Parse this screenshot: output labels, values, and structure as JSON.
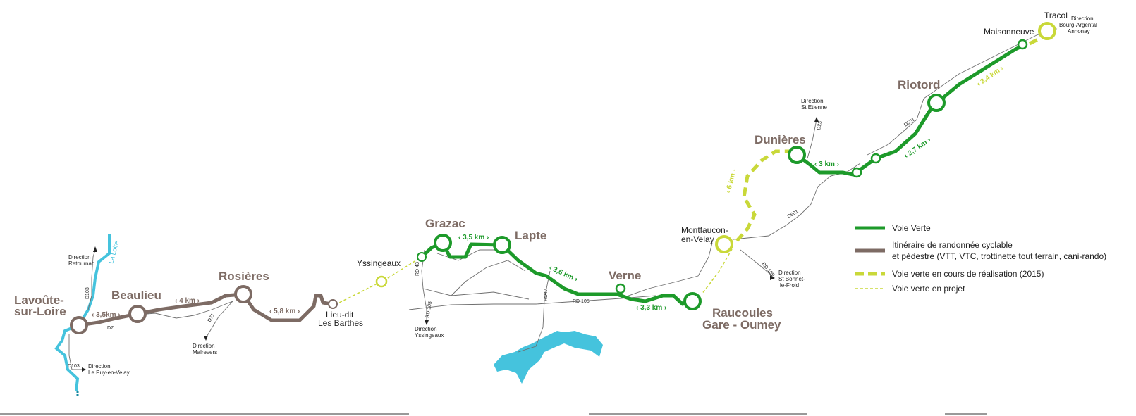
{
  "colors": {
    "voie_verte": "#1d9a2a",
    "itineraire": "#7d6b64",
    "en_cours": "#c9d839",
    "projet": "#c9d839",
    "river": "#45c3dd",
    "road": "#6f6f6f",
    "town_text": "#7d6b64",
    "text": "#222222"
  },
  "towns_major": [
    {
      "id": "lavoute-1",
      "label": "Lavoûte-"
    },
    {
      "id": "lavoute-2",
      "label": "sur-Loire"
    },
    {
      "id": "beaulieu",
      "label": "Beaulieu"
    },
    {
      "id": "rosieres",
      "label": "Rosières"
    },
    {
      "id": "grazac",
      "label": "Grazac"
    },
    {
      "id": "lapte",
      "label": "Lapte"
    },
    {
      "id": "verne",
      "label": "Verne"
    },
    {
      "id": "raucoules-1",
      "label": "Raucoules"
    },
    {
      "id": "raucoules-2",
      "label": "Gare - Oumey"
    },
    {
      "id": "dunieres",
      "label": "Dunières"
    },
    {
      "id": "riotord",
      "label": "Riotord"
    }
  ],
  "towns_minor": [
    {
      "id": "lieudit-1",
      "label": "Lieu-dit"
    },
    {
      "id": "lieudit-2",
      "label": "Les Barthes"
    },
    {
      "id": "yssingeaux",
      "label": "Yssingeaux"
    },
    {
      "id": "montfaucon-1",
      "label": "Montfaucon-"
    },
    {
      "id": "montfaucon-2",
      "label": "en-Velay"
    },
    {
      "id": "maisonneuve",
      "label": "Maisonneuve"
    },
    {
      "id": "tracol",
      "label": "Tracol"
    }
  ],
  "directions": [
    {
      "id": "retournac-1",
      "label": "Direction"
    },
    {
      "id": "retournac-2",
      "label": "Retournac"
    },
    {
      "id": "lepuy-1",
      "label": "Direction"
    },
    {
      "id": "lepuy-2",
      "label": "Le Puy-en-Velay"
    },
    {
      "id": "malrevers-1",
      "label": "Direction"
    },
    {
      "id": "malrevers-2",
      "label": "Malrevers"
    },
    {
      "id": "yssingeaux-dir-1",
      "label": "Direction"
    },
    {
      "id": "yssingeaux-dir-2",
      "label": "Yssingeaux"
    },
    {
      "id": "stetienne-1",
      "label": "Direction"
    },
    {
      "id": "stetienne-2",
      "label": "St Etienne"
    },
    {
      "id": "stbonnet-1",
      "label": "Direction"
    },
    {
      "id": "stbonnet-2",
      "label": "St Bonnet-"
    },
    {
      "id": "stbonnet-3",
      "label": "le-Froid"
    },
    {
      "id": "bourg-1",
      "label": "Direction"
    },
    {
      "id": "bourg-2",
      "label": "Bourg-Argental"
    },
    {
      "id": "bourg-3",
      "label": "Annonay"
    }
  ],
  "roads": [
    {
      "id": "d103-north",
      "label": "D103"
    },
    {
      "id": "d103-south",
      "label": "D103"
    },
    {
      "id": "d7",
      "label": "D7"
    },
    {
      "id": "d71",
      "label": "D71"
    },
    {
      "id": "rd43",
      "label": "RD 43"
    },
    {
      "id": "rd105-west",
      "label": "RD 105"
    },
    {
      "id": "rd47",
      "label": "RD47"
    },
    {
      "id": "rd105-mid",
      "label": "RD 105"
    },
    {
      "id": "rd105-east",
      "label": "RD 105"
    },
    {
      "id": "d501-mid",
      "label": "D501"
    },
    {
      "id": "d501-east",
      "label": "D501"
    },
    {
      "id": "d23",
      "label": "D23"
    }
  ],
  "river_label": "La Loire",
  "segments": [
    {
      "id": "seg-35-brown",
      "label": "‹ 3,5km ›"
    },
    {
      "id": "seg-4",
      "label": "‹ 4 km ›"
    },
    {
      "id": "seg-58",
      "label": "‹ 5,8 km ›"
    },
    {
      "id": "seg-35-green",
      "label": "‹ 3,5 km ›"
    },
    {
      "id": "seg-36",
      "label": "‹ 3,6 km ›"
    },
    {
      "id": "seg-33",
      "label": "‹ 3,3 km ›"
    },
    {
      "id": "seg-6",
      "label": "‹ 6 km ›"
    },
    {
      "id": "seg-3",
      "label": "‹ 3 km ›"
    },
    {
      "id": "seg-27",
      "label": "‹ 2,7 km ›"
    },
    {
      "id": "seg-34",
      "label": "‹ 3,4 km ›"
    }
  ],
  "legend": [
    {
      "id": "voie-verte",
      "label": "Voie Verte",
      "style": "solid-green"
    },
    {
      "id": "itineraire",
      "label": "Itinéraire de randonnée cyclable",
      "label2": "et pédestre (VTT, VTC, trottinette tout terrain, cani-rando)",
      "style": "solid-brown"
    },
    {
      "id": "en-cours",
      "label": "Voie verte en cours de réalisation (2015)",
      "style": "dashed-thick"
    },
    {
      "id": "projet",
      "label": "Voie verte en projet",
      "style": "dashed-thin"
    }
  ]
}
